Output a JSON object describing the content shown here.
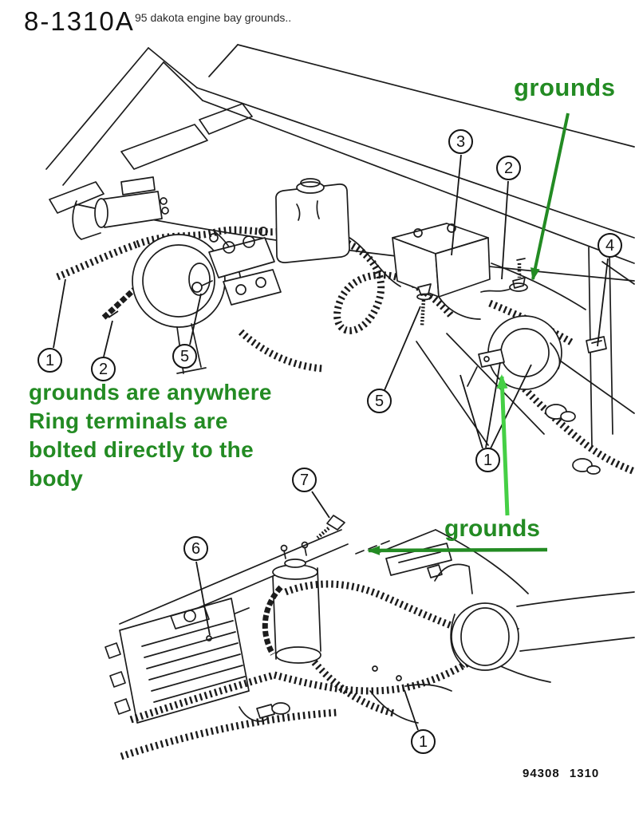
{
  "header": {
    "code": "8-1310A",
    "subtitle": "95 dakota engine bay grounds.."
  },
  "annotations": {
    "grounds_top": "grounds",
    "grounds_middle": "grounds",
    "note_lines": [
      "grounds are anywhere",
      "Ring terminals are",
      "bolted directly to the",
      "body"
    ]
  },
  "callouts": {
    "c1a": "1",
    "c2b": "2",
    "c5a": "5",
    "c3": "3",
    "c2a": "2",
    "c4": "4",
    "c5b": "5",
    "c1b": "1",
    "c7": "7",
    "c6": "6",
    "c1c": "1"
  },
  "footer": {
    "plate_code": "94308 1310"
  },
  "colors": {
    "ink": "#1c1c1c",
    "green_dark": "#238b23",
    "green_bright": "#45cf45",
    "paper": "#ffffff"
  }
}
